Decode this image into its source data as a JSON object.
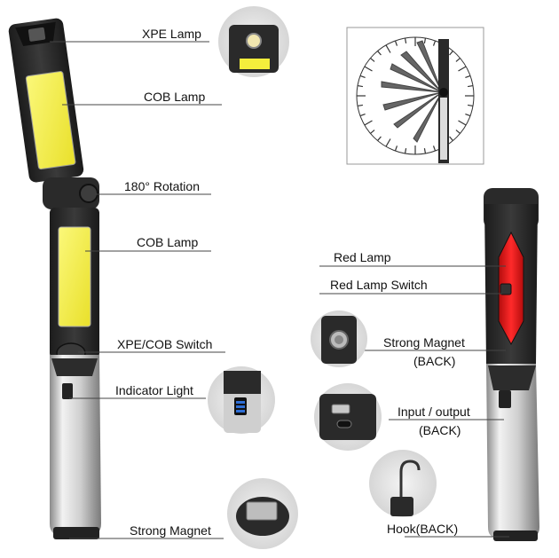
{
  "left_labels": {
    "xpe_lamp": "XPE Lamp",
    "cob_lamp_top": "COB Lamp",
    "rotation": "180° Rotation",
    "cob_lamp_mid": "COB Lamp",
    "xpe_cob_switch": "XPE/COB Switch",
    "indicator_light": "Indicator Light",
    "strong_magnet": "Strong Magnet"
  },
  "right_labels": {
    "red_lamp": "Red Lamp",
    "red_lamp_switch": "Red Lamp Switch",
    "strong_magnet": "Strong Magnet",
    "strong_magnet_sub": "(BACK)",
    "input_output": "Input / output",
    "input_output_sub": "(BACK)",
    "hook": "Hook(BACK)"
  },
  "colors": {
    "cob_yellow": "#f4ee3c",
    "red_lamp": "#e01b1b",
    "body_dark": "#2b2b2b",
    "handle_silver": "#d9d9d9",
    "indicator_blue": "#2f6fd6"
  }
}
